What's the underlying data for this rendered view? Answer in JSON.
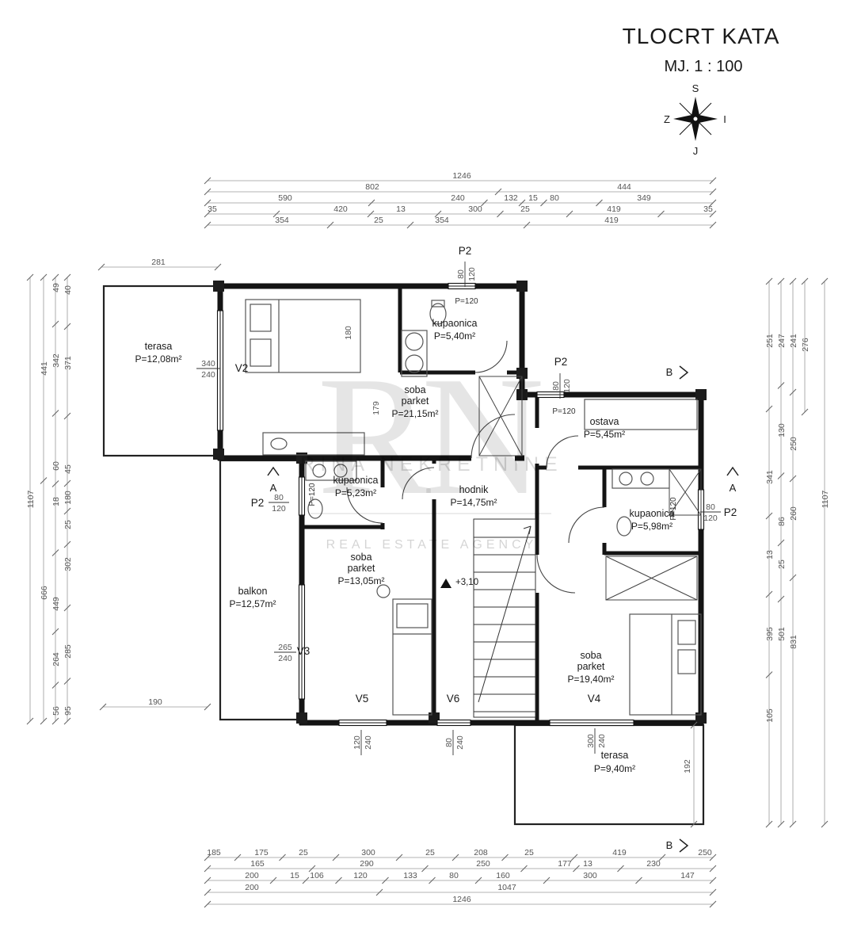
{
  "title": "TLOCRT KATA",
  "scale": "MJ. 1 : 100",
  "compass": {
    "north": "S",
    "east": "I",
    "south": "J",
    "west": "Z"
  },
  "watermark": {
    "monogram": "RN",
    "line1": "RINA NEKRETNINE",
    "line2": "REAL ESTATE AGENCY"
  },
  "level_marker": "+3,10",
  "sections": {
    "a": "A",
    "b": "B"
  },
  "rooms": {
    "terasa_top": {
      "name": "terasa",
      "area": "P=12,08m²"
    },
    "soba1": {
      "name": "soba",
      "sub": "parket",
      "area": "P=21,15m²"
    },
    "kupaonica1": {
      "name": "kupaonica",
      "area": "P=5,40m²"
    },
    "ostava": {
      "name": "ostava",
      "area": "P=5,45m²"
    },
    "kupaonica2": {
      "name": "kupaonica",
      "area": "P=5,23m²"
    },
    "hodnik": {
      "name": "hodnik",
      "area": "P=14,75m²"
    },
    "kupaonica3": {
      "name": "kupaonica",
      "area": "P=5,98m²"
    },
    "balkon": {
      "name": "balkon",
      "area": "P=12,57m²"
    },
    "soba2": {
      "name": "soba",
      "sub": "parket",
      "area": "P=13,05m²"
    },
    "soba3": {
      "name": "soba",
      "sub": "parket",
      "area": "P=19,40m²"
    },
    "terasa_bottom": {
      "name": "terasa",
      "area": "P=9,40m²"
    }
  },
  "openings": {
    "v2": {
      "id": "V2",
      "w": "340",
      "h": "240"
    },
    "v3": {
      "id": "V3",
      "w": "265",
      "h": "240"
    },
    "v4": {
      "id": "V4",
      "w": "300",
      "h": "240"
    },
    "v5": {
      "id": "V5",
      "w": "120",
      "h": "240"
    },
    "v6": {
      "id": "V6",
      "w": "80",
      "h": "240"
    },
    "p2": {
      "id": "P2",
      "w": "80",
      "h": "120",
      "parapet": "P=120"
    }
  },
  "dims": {
    "top1": [
      "1246"
    ],
    "top2": [
      "802",
      "444"
    ],
    "top3": [
      "590",
      "240",
      "132",
      "15",
      "80",
      "349"
    ],
    "top4": [
      "35",
      "420",
      "13",
      "300",
      "25",
      "419",
      "35"
    ],
    "top5": [
      "354",
      "25",
      "354",
      "419"
    ],
    "left1": [
      "1107"
    ],
    "left2": [
      "441",
      "666"
    ],
    "left3": [
      "49",
      "342",
      "60",
      "18",
      "449",
      "264",
      "56"
    ],
    "left4": [
      "40",
      "371",
      "45",
      "180",
      "25",
      "302",
      "285",
      "95"
    ],
    "right1": [
      "251",
      "341",
      "13",
      "395",
      "105"
    ],
    "right2": [
      "247",
      "130",
      "86",
      "25",
      "501"
    ],
    "right3": [
      "241",
      "250",
      "260",
      "831"
    ],
    "right4": [
      "276"
    ],
    "right5": [
      "1107"
    ],
    "bottom1": [
      "185",
      "175",
      "25",
      "300",
      "25",
      "208",
      "25",
      "419",
      "250"
    ],
    "bottom2": [
      "165",
      "290",
      "250",
      "177",
      "13",
      "230"
    ],
    "bottom3": [
      "200",
      "15",
      "106",
      "120",
      "133",
      "80",
      "160",
      "300",
      "147"
    ],
    "bottom4": [
      "200",
      "1047"
    ],
    "bottom5": [
      "1246"
    ],
    "terasa_top_width": "281",
    "balkon_width": "190",
    "terasa_bottom_height": "192",
    "inner_a": "180",
    "inner_b": "179"
  }
}
